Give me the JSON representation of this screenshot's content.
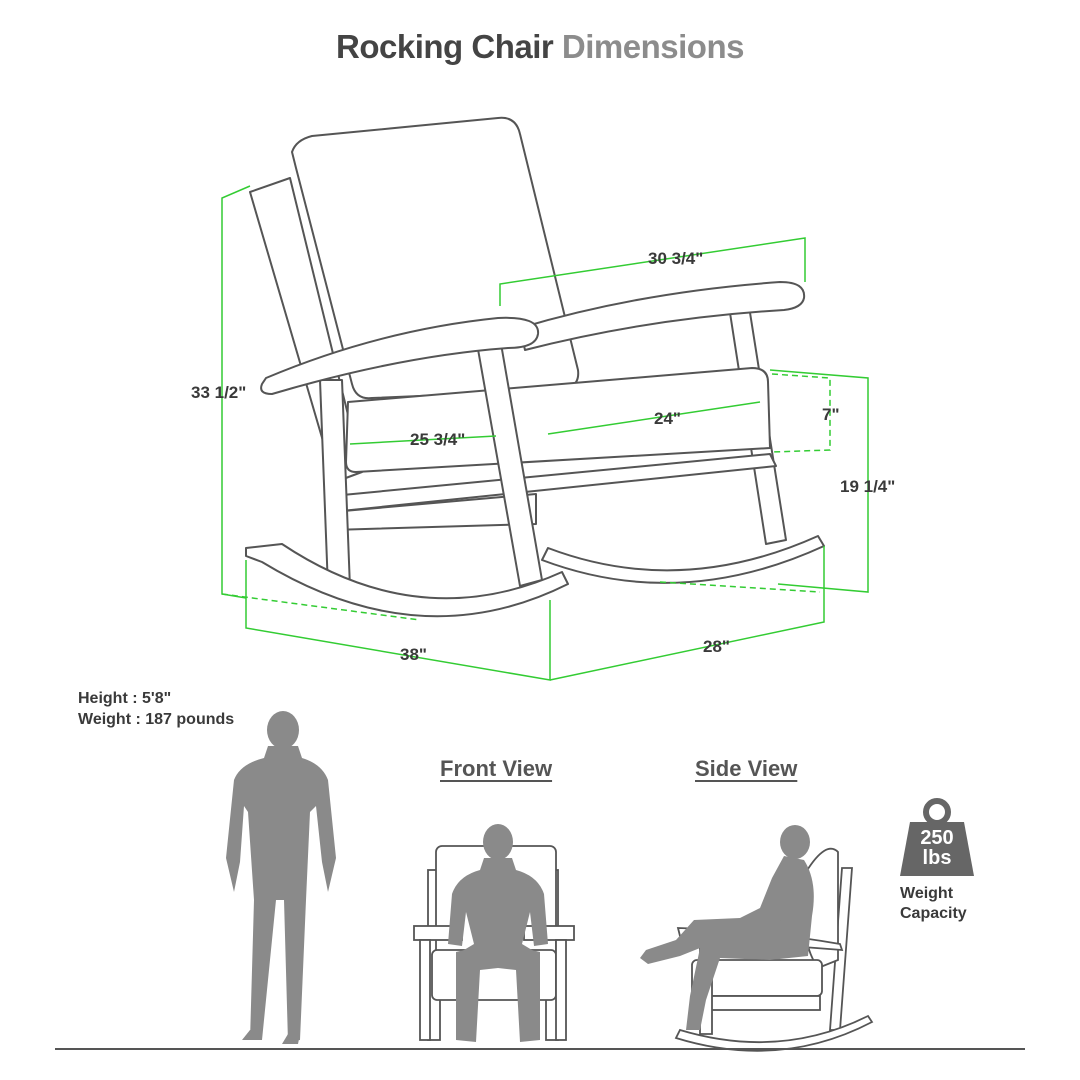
{
  "title": {
    "part1": "Rocking Chair",
    "part2": "Dimensions"
  },
  "dimensions": {
    "height": "33 1/2\"",
    "arm_width": "30 3/4\"",
    "seat_width": "24\"",
    "seat_depth": "25 3/4\"",
    "cushion_height": "7\"",
    "seat_height": "19 1/4\"",
    "depth": "38\"",
    "width": "28\""
  },
  "person": {
    "height": "Height : 5'8\"",
    "weight": "Weight : 187 pounds"
  },
  "views": {
    "front": "Front View",
    "side": "Side View"
  },
  "capacity": {
    "number": "250",
    "unit": "lbs",
    "line1": "Weight",
    "line2": "Capacity"
  },
  "colors": {
    "dimension_line": "#33cc33",
    "silhouette": "#8a8a8a",
    "outline": "#555555"
  },
  "icons": {
    "weight": "weight-icon",
    "person": "person-silhouette-icon"
  }
}
